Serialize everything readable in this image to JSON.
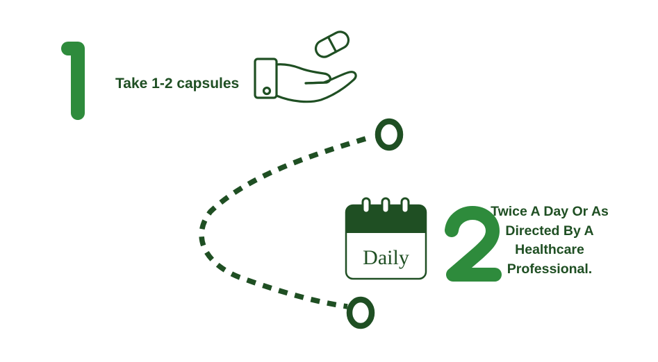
{
  "colors": {
    "dark_green": "#1f4f23",
    "bright_green": "#2e8b3c",
    "white": "#ffffff"
  },
  "steps": [
    {
      "number": "1",
      "icon": "hand-with-capsule-icon",
      "text_lines": [
        "Take 1-2 capsules"
      ]
    },
    {
      "number": "2",
      "icon": "calendar-icon",
      "calendar_label": "Daily",
      "text_lines": [
        "Twice A Day Or As",
        "Directed By A",
        "Healthcare",
        "Professional."
      ]
    }
  ],
  "decorations": {
    "path": "dashed-curve",
    "markers": [
      "ring-marker-top",
      "ring-marker-bottom"
    ]
  }
}
